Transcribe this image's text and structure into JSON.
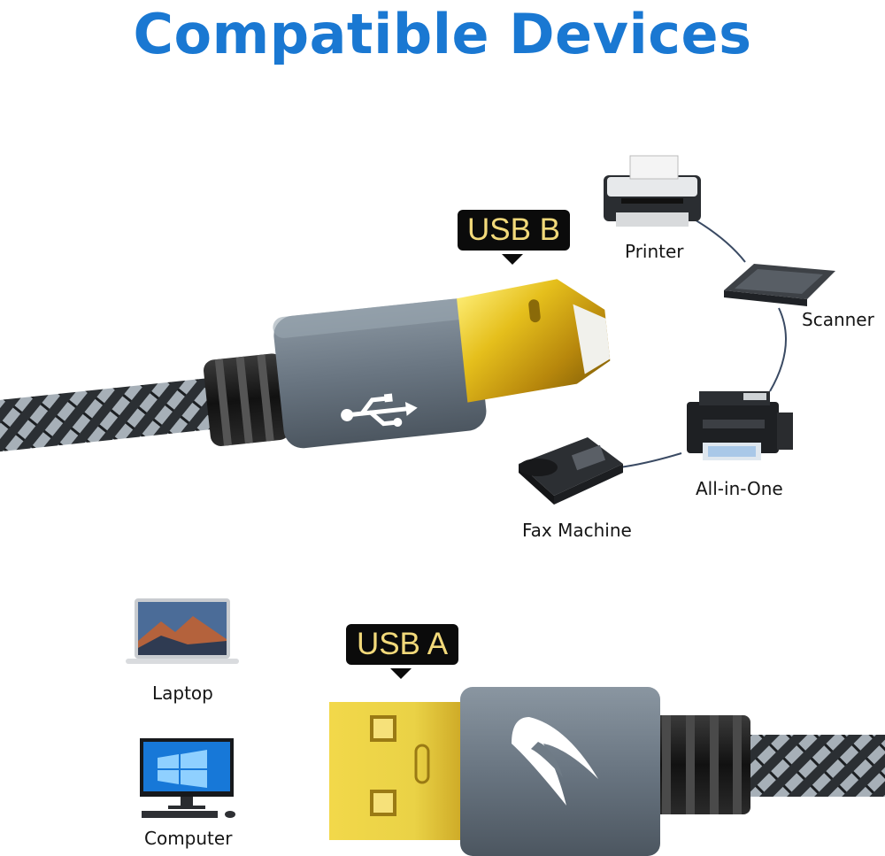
{
  "title": "Compatible Devices",
  "tags": {
    "usb_b": "USB B",
    "usb_a": "USB A"
  },
  "devices": {
    "printer": "Printer",
    "scanner": "Scanner",
    "all_in_one": "All-in-One",
    "fax": "Fax Machine",
    "laptop": "Laptop",
    "computer": "Computer"
  },
  "colors": {
    "title": "#1a78d2",
    "tag_bg": "#0b0b0b",
    "tag_text": "#f2d97a",
    "gold": "#d6b21c",
    "housing": "#6d7a86"
  }
}
